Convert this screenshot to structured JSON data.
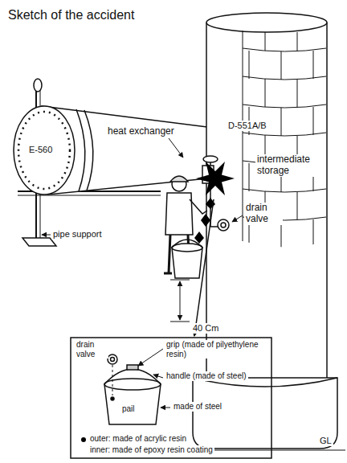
{
  "diagram": {
    "title": "Sketch of the accident",
    "labels": [
      "heat exchanger",
      "E-560",
      "D-551A/B",
      "intermediate storage",
      "drain valve",
      "pipe support",
      "40 Cm",
      "GL",
      "drain valve",
      "grip (made of pilyethylene resin)",
      "handle (made of steel)",
      "pail",
      "made of steel",
      "outer: made of acrylic resin",
      "inner: made of epoxy resin coating"
    ]
  }
}
